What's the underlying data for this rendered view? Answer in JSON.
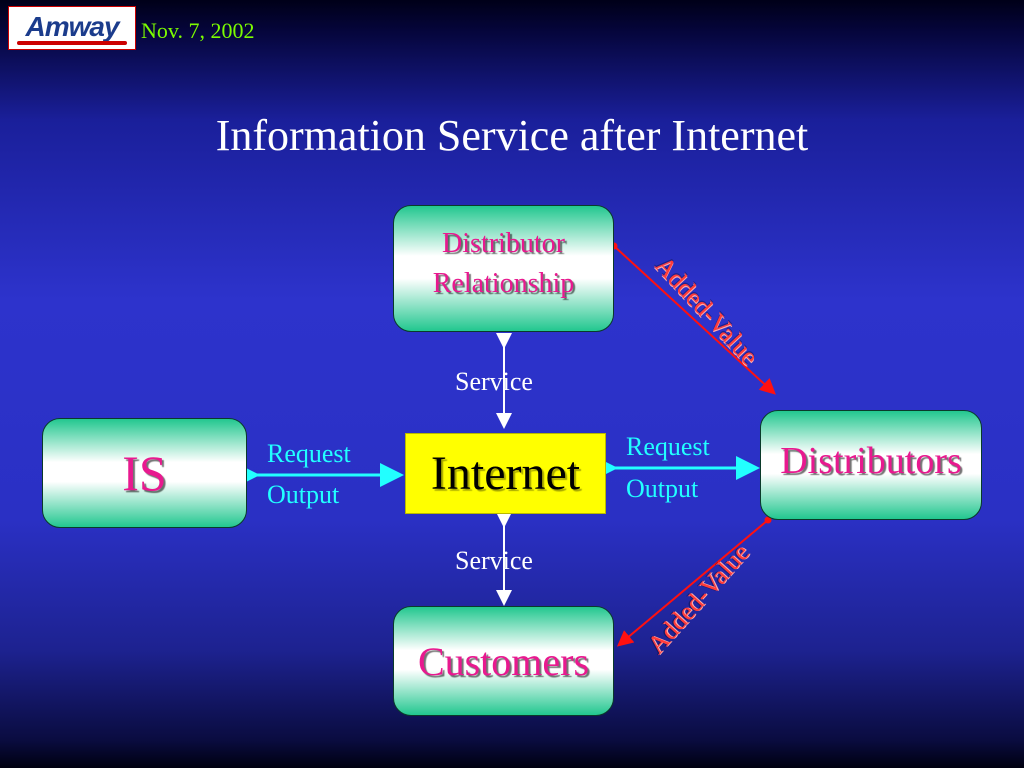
{
  "header": {
    "logo_text": "Amway",
    "date": "Nov. 7, 2002"
  },
  "slide": {
    "title": "Information Service after Internet"
  },
  "nodes": {
    "distributor_relationship": [
      "Distributor",
      "Relationship"
    ],
    "is": "IS",
    "internet": "Internet",
    "distributors": "Distributors",
    "customers": "Customers"
  },
  "labels": {
    "service_top": "Service",
    "service_bottom": "Service",
    "left_request": "Request",
    "left_output": "Output",
    "right_request": "Request",
    "right_output": "Output",
    "added_value_top": "Added-Value",
    "added_value_bottom": "Added-Value"
  },
  "colors": {
    "node_text": "#e8198f",
    "internet_fill": "#ffff00",
    "io_arrow": "#22ffff",
    "added_value": "#ff3b3b",
    "date": "#7CFC00"
  }
}
